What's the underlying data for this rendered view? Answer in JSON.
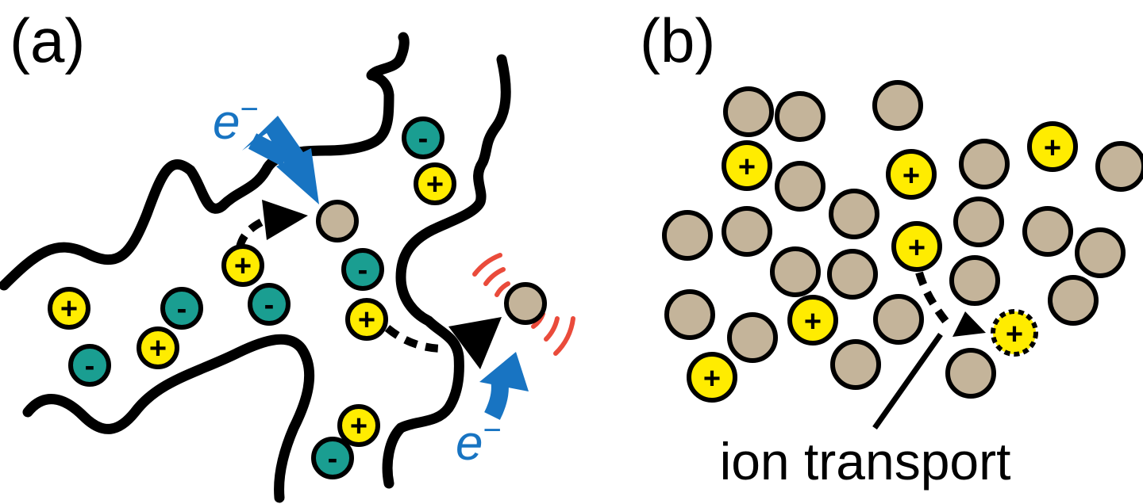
{
  "panel_a": {
    "label": "(a)",
    "electron_label_top": "e",
    "electron_label_bottom": "e",
    "electron_superscript": "−",
    "cation_sign": "+",
    "anion_sign": "-"
  },
  "panel_b": {
    "label": "(b)",
    "caption": "ion transport",
    "cation_sign": "+"
  },
  "colors": {
    "particle_fill": "#c4b49a",
    "cation_fill": "#ffec00",
    "anion_fill": "#1a9e91",
    "electron_arrow": "#1874c2",
    "vibration": "#ea4b3b",
    "outline": "#000000"
  }
}
